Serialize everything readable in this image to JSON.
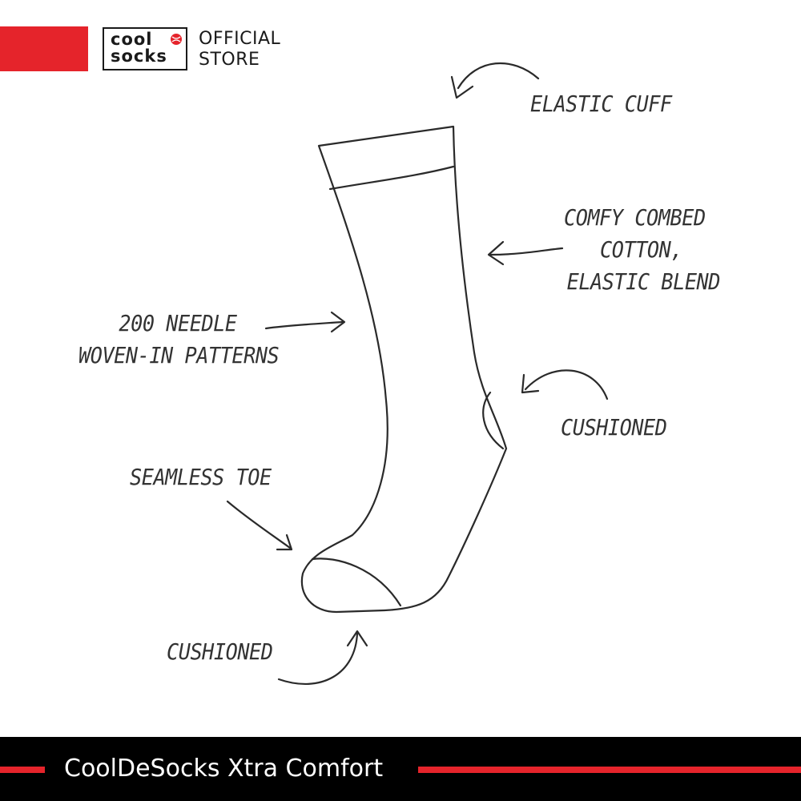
{
  "header": {
    "brand_logo": {
      "line1": "cool",
      "line2": "socks",
      "accent": "#e5242b"
    },
    "store_line1": "OFFICIAL",
    "store_line2": "STORE"
  },
  "callouts": {
    "elastic_cuff": "ELASTIC CUFF",
    "combed_cotton": [
      "COMFY COMBED",
      "COTTON,",
      "ELASTIC BLEND"
    ],
    "needle_patterns": [
      "200 NEEDLE",
      "WOVEN-IN PATTERNS"
    ],
    "cushioned_heel": "CUSHIONED",
    "seamless_toe": "SEAMLESS TOE",
    "cushioned_sole": "CUSHIONED"
  },
  "footer": {
    "title": "CoolDeSocks Xtra Comfort"
  },
  "colors": {
    "brand_red": "#e5242b",
    "ink": "#333333",
    "footer_bg": "#000000"
  }
}
